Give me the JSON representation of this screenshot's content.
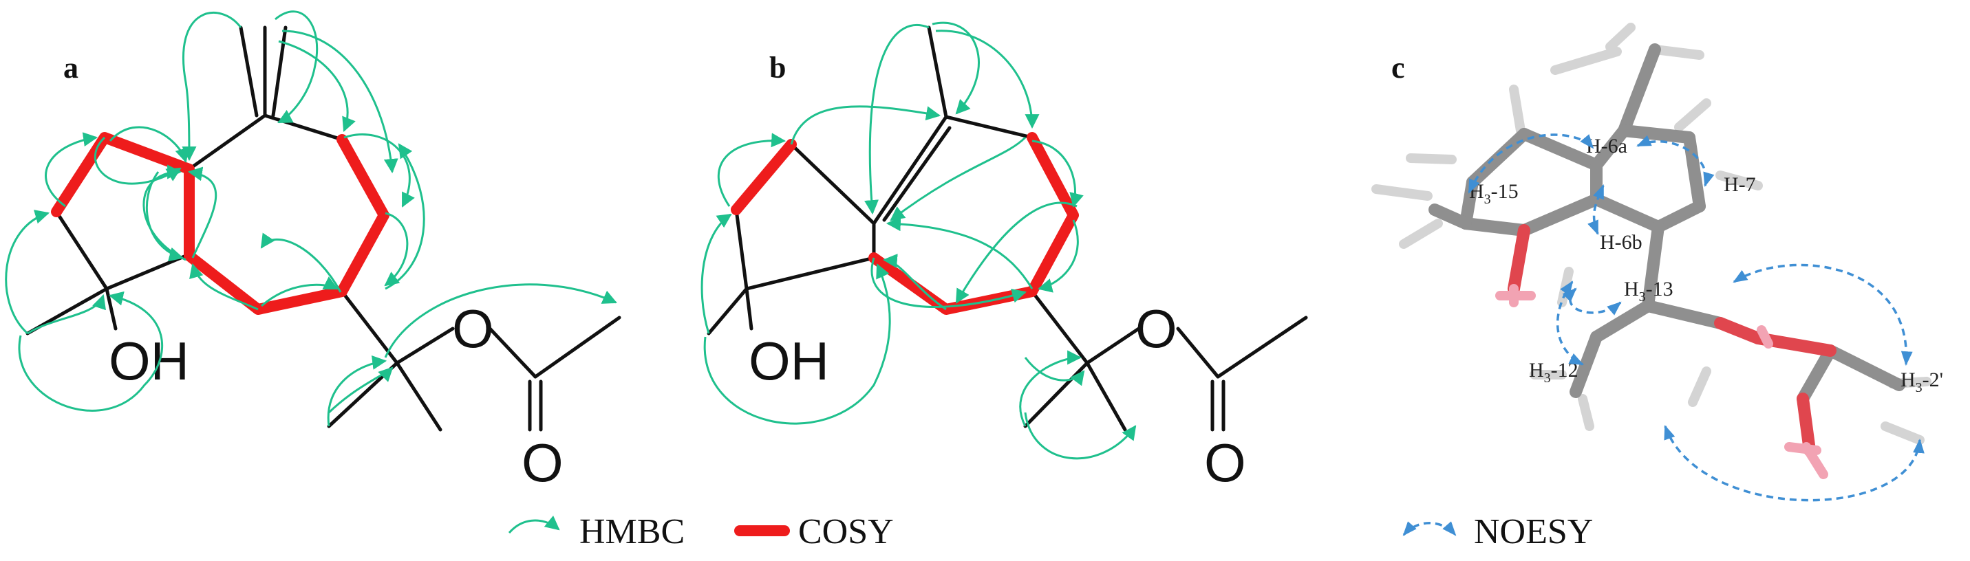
{
  "panels": {
    "a": {
      "label": "a",
      "oh": "OH",
      "o_ester": "O",
      "o_carbonyl": "O"
    },
    "b": {
      "label": "b",
      "oh": "OH",
      "o_ester": "O",
      "o_carbonyl": "O"
    },
    "c": {
      "label": "c",
      "atom_labels": [
        "H-6a",
        "H3-15",
        "H-7",
        "H-6b",
        "H3-13",
        "H3-12",
        "H3-2'"
      ]
    }
  },
  "legend": {
    "hmbc": "HMBC",
    "cosy": "COSY",
    "noesy": "NOESY"
  },
  "colors": {
    "hmbc": "#1fc08d",
    "cosy": "#ee1c1c",
    "noesy": "#3f8fd4",
    "bond": "#111111"
  }
}
